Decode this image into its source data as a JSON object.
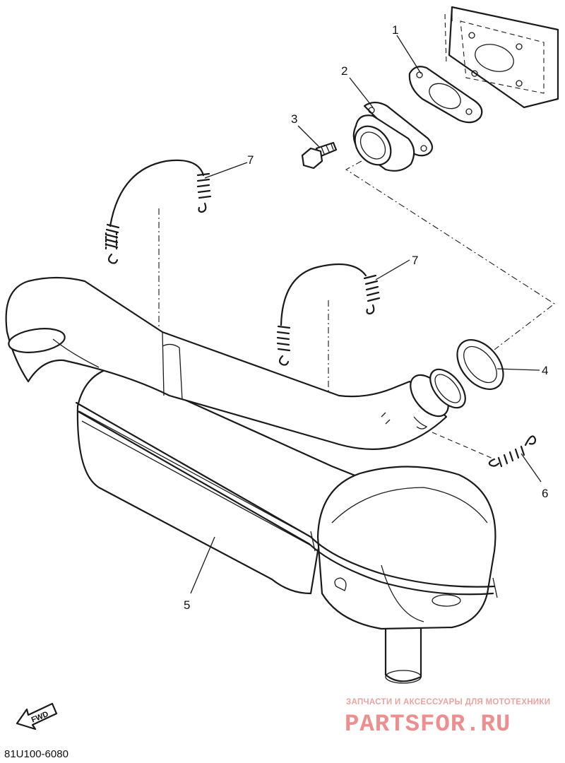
{
  "callouts": [
    {
      "id": "1",
      "text": "1"
    },
    {
      "id": "2",
      "text": "2"
    },
    {
      "id": "3",
      "text": "3"
    },
    {
      "id": "4",
      "text": "4"
    },
    {
      "id": "5",
      "text": "5"
    },
    {
      "id": "6",
      "text": "6"
    },
    {
      "id": "7a",
      "text": "7"
    },
    {
      "id": "7b",
      "text": "7"
    }
  ],
  "diagram_code": "81U100-6080",
  "fwd_label": "FWD",
  "watermark": {
    "line1": "ЗАПЧАСТИ И АКСЕССУАРЫ ДЛЯ МОТОТЕХНИКИ",
    "line2": "PARTSFOR.RU"
  }
}
